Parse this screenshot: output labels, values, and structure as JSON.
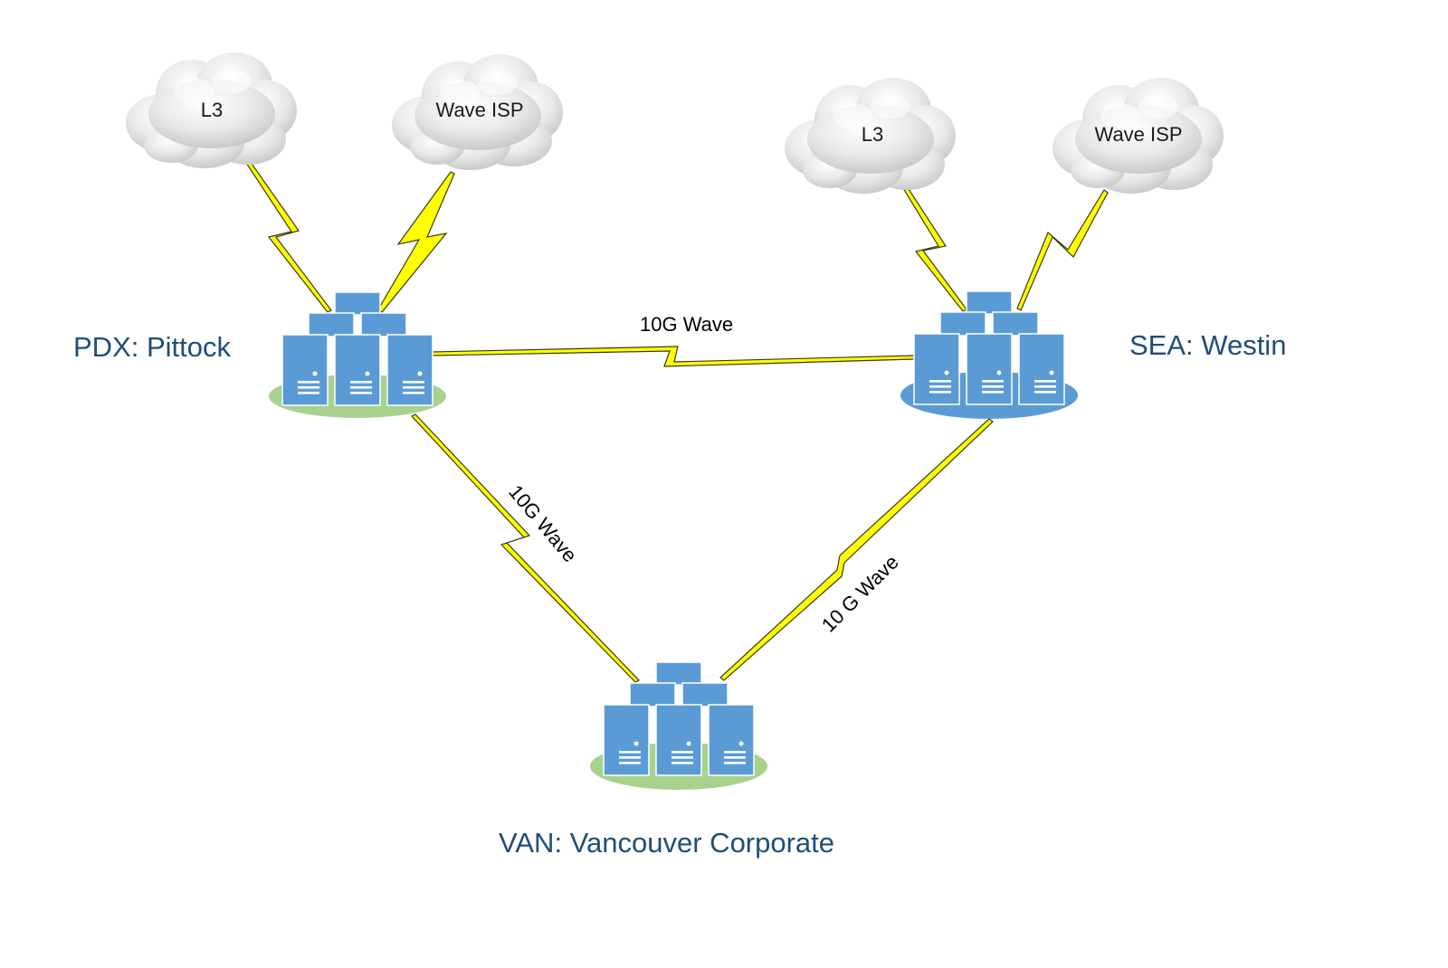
{
  "colors": {
    "server_blue": "#5b9bd5",
    "server_stroke": "#ffffff",
    "pad_green": "#a9d18e",
    "pad_blue": "#5b9bd5",
    "bolt_yellow": "#ffff00",
    "label_blue": "#1f4e79",
    "cloud_gray": "#e6e6e6"
  },
  "sites": {
    "pdx": {
      "label": "PDX: Pittock",
      "icon": "server-cluster-icon",
      "pad_color": "green"
    },
    "sea": {
      "label": "SEA: Westin",
      "icon": "server-cluster-icon",
      "pad_color": "blue"
    },
    "van": {
      "label": "VAN: Vancouver Corporate",
      "icon": "server-cluster-icon",
      "pad_color": "green"
    }
  },
  "clouds": {
    "pdx_l3": {
      "label": "L3",
      "icon": "cloud-icon"
    },
    "pdx_wave": {
      "label": "Wave ISP",
      "icon": "cloud-icon"
    },
    "sea_l3": {
      "label": "L3",
      "icon": "cloud-icon"
    },
    "sea_wave": {
      "label": "Wave ISP",
      "icon": "cloud-icon"
    }
  },
  "links": {
    "pdx_sea": {
      "label": "10G Wave",
      "icon": "lightning-bolt-icon"
    },
    "pdx_van": {
      "label": "10G Wave",
      "icon": "lightning-bolt-icon"
    },
    "sea_van": {
      "label": "10 G Wave",
      "icon": "lightning-bolt-icon"
    }
  }
}
